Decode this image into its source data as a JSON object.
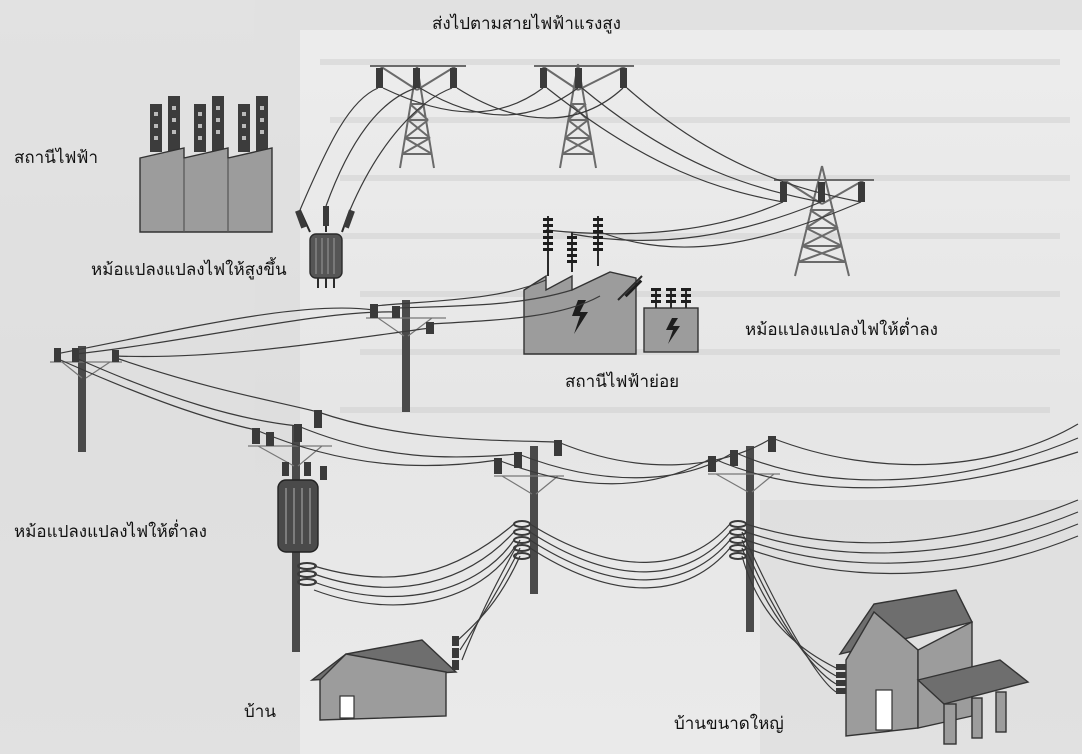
{
  "labels": {
    "power_plant": "สถานีไฟฟ้า",
    "transmission": "ส่งไปตามสายไฟฟ้าแรงสูง",
    "step_up_transformer": "หม้อแปลงแปลงไฟให้สูงขึ้น",
    "step_down_transformer_substation": "หม้อแปลงแปลงไฟให้ต่ำลง",
    "substation": "สถานีไฟฟ้าย่อย",
    "step_down_transformer_pole": "หม้อแปลงแปลงไฟให้ต่ำลง",
    "house": "บ้าน",
    "large_house": "บ้านขนาดใหญ่"
  }
}
